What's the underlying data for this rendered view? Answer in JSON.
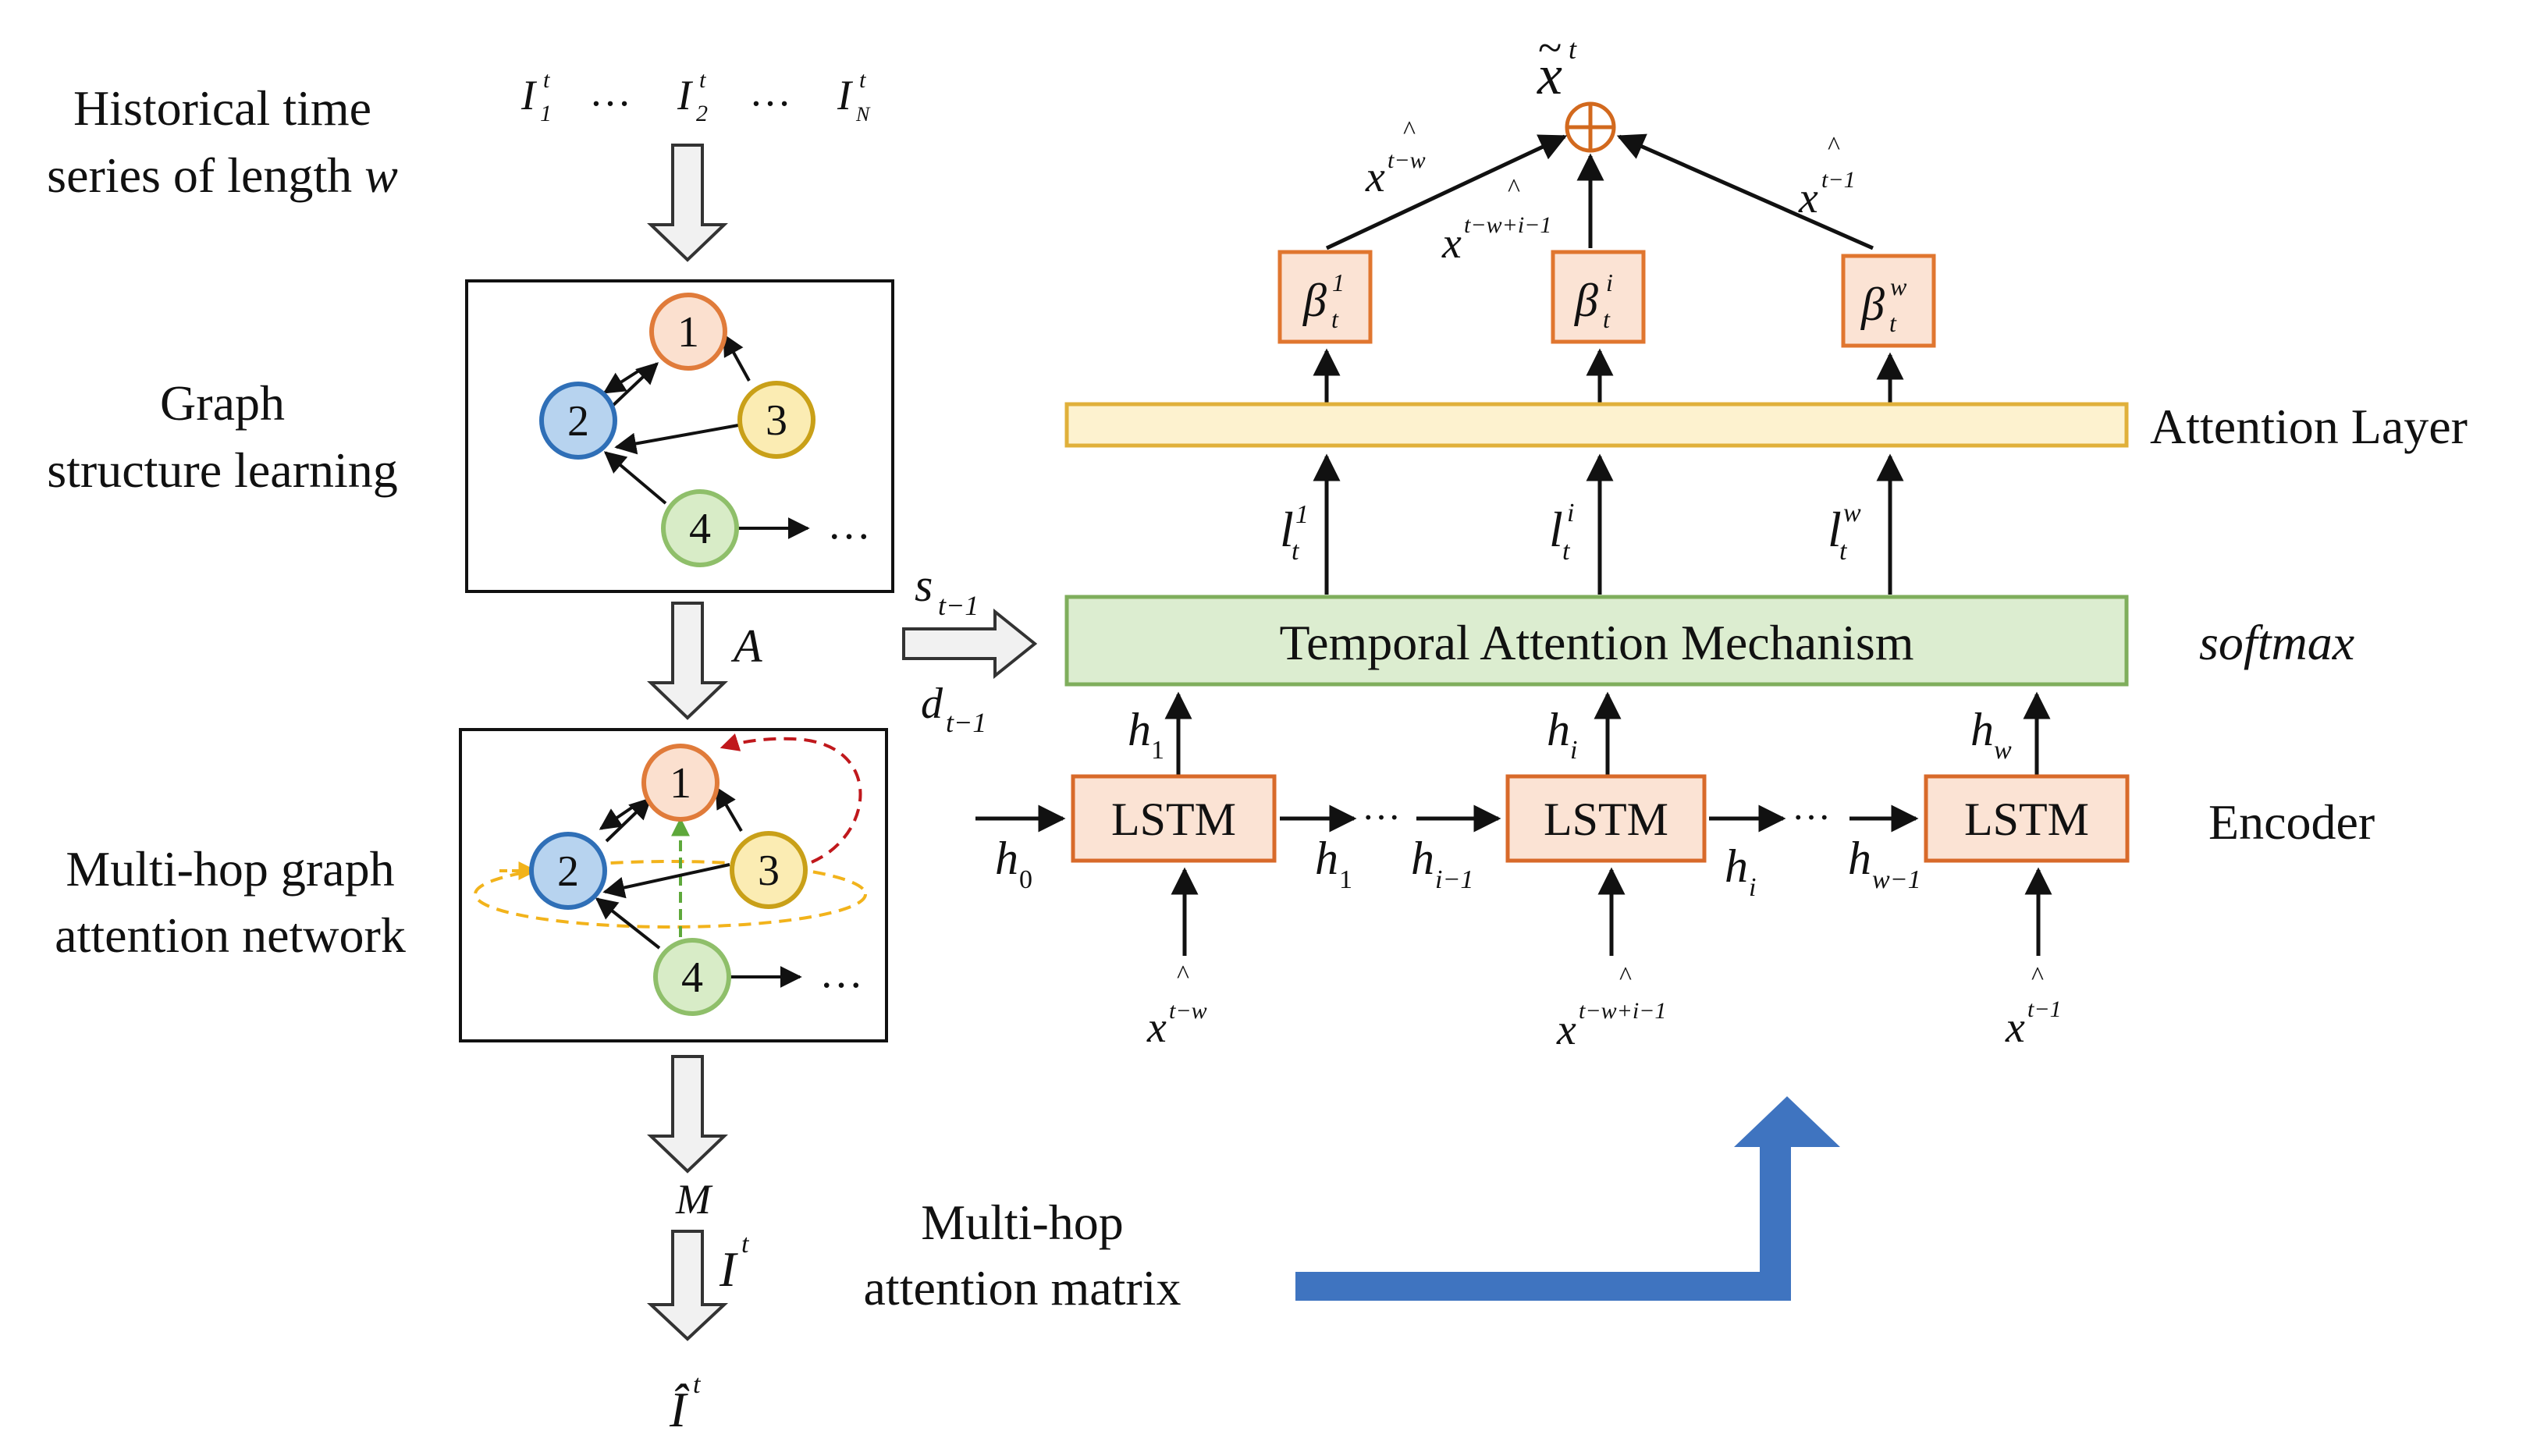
{
  "left_column": {
    "input_label_line1": "Historical time",
    "input_label_line2_text": "series of length ",
    "input_label_line2_var": "w",
    "input_series": [
      "I",
      "1",
      "t",
      "…",
      "I",
      "2",
      "t",
      "…",
      "I",
      "N",
      "t"
    ],
    "graph_learning_line1": "Graph",
    "graph_learning_line2": "structure learning",
    "adjacency_symbol": "A",
    "multihop_gat_line1": "Multi-hop graph",
    "multihop_gat_line2": "attention network",
    "matrix_symbol": "M",
    "input_symbol_base": "I",
    "input_symbol_sup": "t",
    "output_symbol_base": "Î",
    "output_symbol_sup": "t",
    "ellipsis": "…",
    "nodes": [
      {
        "id": "1",
        "fill": "#fbe0cf",
        "stroke": "#e07b3a"
      },
      {
        "id": "2",
        "fill": "#b7d3ef",
        "stroke": "#2f6fb7"
      },
      {
        "id": "3",
        "fill": "#fbecb3",
        "stroke": "#c9a018"
      },
      {
        "id": "4",
        "fill": "#d8ecc7",
        "stroke": "#8fbf6a"
      }
    ],
    "colors": {
      "red_dashed": "#c0181c",
      "green_dashed": "#5ea83b",
      "yellow_dashed": "#f2b31b"
    }
  },
  "middle": {
    "state_s_base": "s",
    "state_s_sub": "t−1",
    "state_d_base": "d",
    "state_d_sub": "t−1",
    "matrix_label_line1": "Multi-hop",
    "matrix_label_line2": "attention matrix",
    "blue_arrow_color": "#3f74c0"
  },
  "right": {
    "output_base": "x",
    "output_tilde": "~",
    "output_sup": "t",
    "oplus": "⊕",
    "attention_layer_label": "Attention Layer",
    "tam_label": "Temporal Attention Mechanism",
    "softmax_label": "softmax",
    "encoder_label": "Encoder",
    "lstm_label": "LSTM",
    "hat": "^",
    "betas": [
      {
        "base": "β",
        "sub": "t",
        "sup": "1"
      },
      {
        "base": "β",
        "sub": "t",
        "sup": "i"
      },
      {
        "base": "β",
        "sub": "t",
        "sup": "w"
      }
    ],
    "ls": [
      {
        "base": "l",
        "sub": "t",
        "sup": "1"
      },
      {
        "base": "l",
        "sub": "t",
        "sup": "i"
      },
      {
        "base": "l",
        "sub": "t",
        "sup": "w"
      }
    ],
    "top_inputs": [
      {
        "base": "x",
        "sup": "t−w"
      },
      {
        "base": "x",
        "sup": "t−w+i−1"
      },
      {
        "base": "x",
        "sup": "t−1"
      }
    ],
    "bottom_inputs": [
      {
        "base": "x",
        "sup": "t−w"
      },
      {
        "base": "x",
        "sup": "t−w+i−1"
      },
      {
        "base": "x",
        "sup": "t−1"
      }
    ],
    "hidden_up": [
      {
        "base": "h",
        "sub": "1"
      },
      {
        "base": "h",
        "sub": "i"
      },
      {
        "base": "h",
        "sub": "w"
      }
    ],
    "hidden_chain": [
      {
        "base": "h",
        "sub": "0"
      },
      {
        "base": "h",
        "sub": "1"
      },
      {
        "base": "h",
        "sub": "i−1"
      },
      {
        "base": "h",
        "sub": "i"
      },
      {
        "base": "h",
        "sub": "w−1"
      }
    ],
    "colors": {
      "beta_fill": "#fbe3d4",
      "beta_stroke": "#e0762f",
      "attention_fill": "#fdf2cf",
      "attention_stroke": "#e0b03a",
      "tam_fill": "#dcedd0",
      "tam_stroke": "#7fae5c",
      "lstm_fill": "#fbe3d4",
      "lstm_stroke": "#d86a2a",
      "oplus_color": "#d2691e"
    }
  }
}
